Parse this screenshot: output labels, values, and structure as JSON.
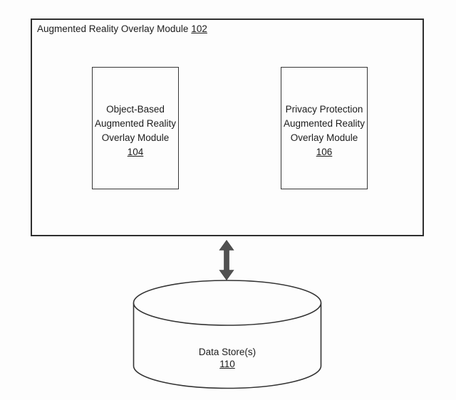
{
  "diagram": {
    "outer_module": {
      "label": "Augmented Reality Overlay Module",
      "ref": "102"
    },
    "object_based_module": {
      "label": "Object-Based\nAugmented Reality\nOverlay Module",
      "ref": "104"
    },
    "privacy_module": {
      "label": "Privacy Protection\nAugmented Reality\nOverlay Module",
      "ref": "106"
    },
    "data_store": {
      "label": "Data Store(s)",
      "ref": "110"
    },
    "connector": {
      "type": "double-headed-arrow",
      "direction": "vertical"
    },
    "colors": {
      "line": "#333333",
      "arrow_fill": "#515151",
      "background": "#fdfdfd",
      "text": "#1c1c1c"
    }
  }
}
